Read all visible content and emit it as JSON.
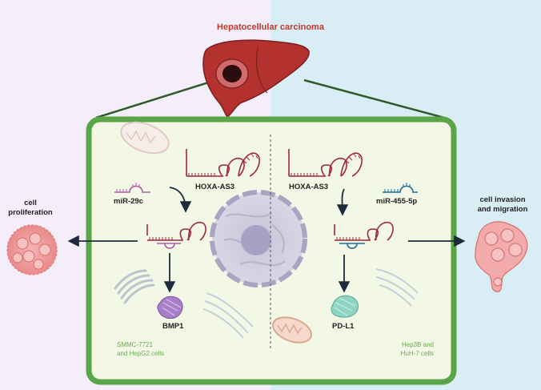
{
  "title": "Hepatocellular carcinoma",
  "left_panel": {
    "lncrna_label": "HOXA-AS3",
    "mirna_label": "miR-29c",
    "target_label": "BMP1",
    "cell_lines": [
      "SMMC-7721",
      "and HepG2 cells"
    ],
    "outcome": [
      "cell",
      "proliferation"
    ]
  },
  "right_panel": {
    "lncrna_label": "HOXA-AS3",
    "mirna_label": "miR-455-5p",
    "target_label": "PD-L1",
    "cell_lines": [
      "Hep3B and",
      "HuH-7 cells"
    ],
    "outcome": [
      "cell invasion",
      "and migration"
    ]
  },
  "colors": {
    "title": "#c0392b",
    "cell_border": "#5aa548",
    "cell_fill": "#f3f8e6",
    "lncrna": "#a0283c",
    "mir_left": "#b05aa8",
    "mir_right": "#1f6e96",
    "bmp1": "#a97ec8",
    "pdl1": "#8fd3c4",
    "cell_line_text": "#6aa84f"
  }
}
